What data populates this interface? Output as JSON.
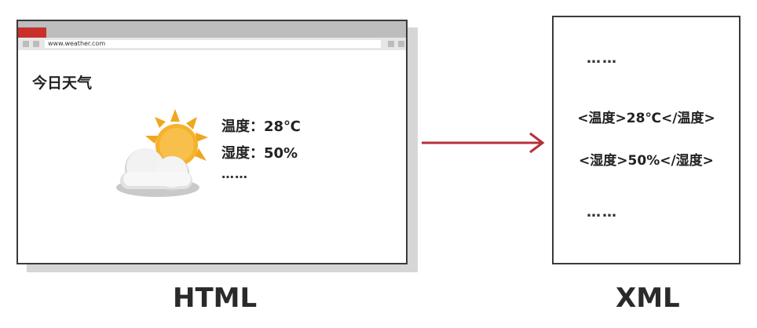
{
  "browser": {
    "url": "www.weather.com",
    "page_title": "今日天气",
    "weather_icon": "partly-sunny-icon",
    "readings": [
      {
        "text": "温度：28℃"
      },
      {
        "text": "湿度：50%"
      }
    ],
    "ellipsis": "……"
  },
  "xml": {
    "top_dots": "……",
    "lines": [
      {
        "text": "<温度>28℃</温度>"
      },
      {
        "text": "<湿度>50%</湿度>"
      }
    ],
    "bottom_dots": "……"
  },
  "captions": {
    "left": "HTML",
    "right": "XML"
  },
  "colors": {
    "arrow": "#b5303a",
    "tab_accent": "#c9302c",
    "sun": "#f2a31b"
  }
}
